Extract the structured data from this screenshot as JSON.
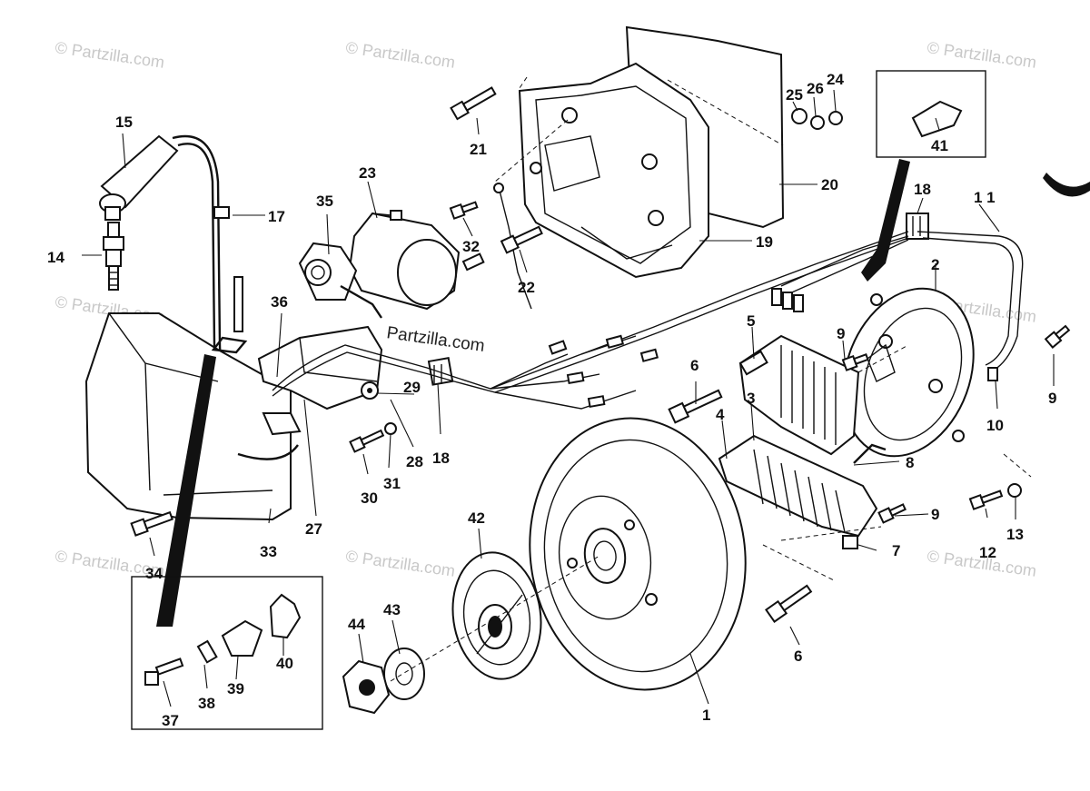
{
  "watermark": {
    "text": "© Partzilla.com",
    "center_text": "Partzilla.com"
  },
  "part_numbers": [
    {
      "id": "p1",
      "label": "1"
    },
    {
      "id": "p2",
      "label": "2"
    },
    {
      "id": "p3",
      "label": "3"
    },
    {
      "id": "p4",
      "label": "4"
    },
    {
      "id": "p5",
      "label": "5"
    },
    {
      "id": "p6a",
      "label": "6"
    },
    {
      "id": "p6b",
      "label": "6"
    },
    {
      "id": "p7",
      "label": "7"
    },
    {
      "id": "p8",
      "label": "8"
    },
    {
      "id": "p9a",
      "label": "9"
    },
    {
      "id": "p9b",
      "label": "9"
    },
    {
      "id": "p9c",
      "label": "9"
    },
    {
      "id": "p10",
      "label": "10"
    },
    {
      "id": "p11",
      "label": "1 1"
    },
    {
      "id": "p12",
      "label": "12"
    },
    {
      "id": "p13",
      "label": "13"
    },
    {
      "id": "p14",
      "label": "14"
    },
    {
      "id": "p15",
      "label": "15"
    },
    {
      "id": "p17",
      "label": "17"
    },
    {
      "id": "p18a",
      "label": "18"
    },
    {
      "id": "p18b",
      "label": "18"
    },
    {
      "id": "p19",
      "label": "19"
    },
    {
      "id": "p20",
      "label": "20"
    },
    {
      "id": "p21",
      "label": "21"
    },
    {
      "id": "p22",
      "label": "22"
    },
    {
      "id": "p23",
      "label": "23"
    },
    {
      "id": "p24",
      "label": "24"
    },
    {
      "id": "p25",
      "label": "25"
    },
    {
      "id": "p26",
      "label": "26"
    },
    {
      "id": "p27",
      "label": "27"
    },
    {
      "id": "p28",
      "label": "28"
    },
    {
      "id": "p29",
      "label": "29"
    },
    {
      "id": "p30",
      "label": "30"
    },
    {
      "id": "p31",
      "label": "31"
    },
    {
      "id": "p32",
      "label": "32"
    },
    {
      "id": "p33",
      "label": "33"
    },
    {
      "id": "p34",
      "label": "34"
    },
    {
      "id": "p35",
      "label": "35"
    },
    {
      "id": "p36",
      "label": "36"
    },
    {
      "id": "p37",
      "label": "37"
    },
    {
      "id": "p38",
      "label": "38"
    },
    {
      "id": "p39",
      "label": "39"
    },
    {
      "id": "p40",
      "label": "40"
    },
    {
      "id": "p41",
      "label": "41"
    },
    {
      "id": "p42",
      "label": "42"
    },
    {
      "id": "p43",
      "label": "43"
    },
    {
      "id": "p44",
      "label": "44"
    }
  ]
}
